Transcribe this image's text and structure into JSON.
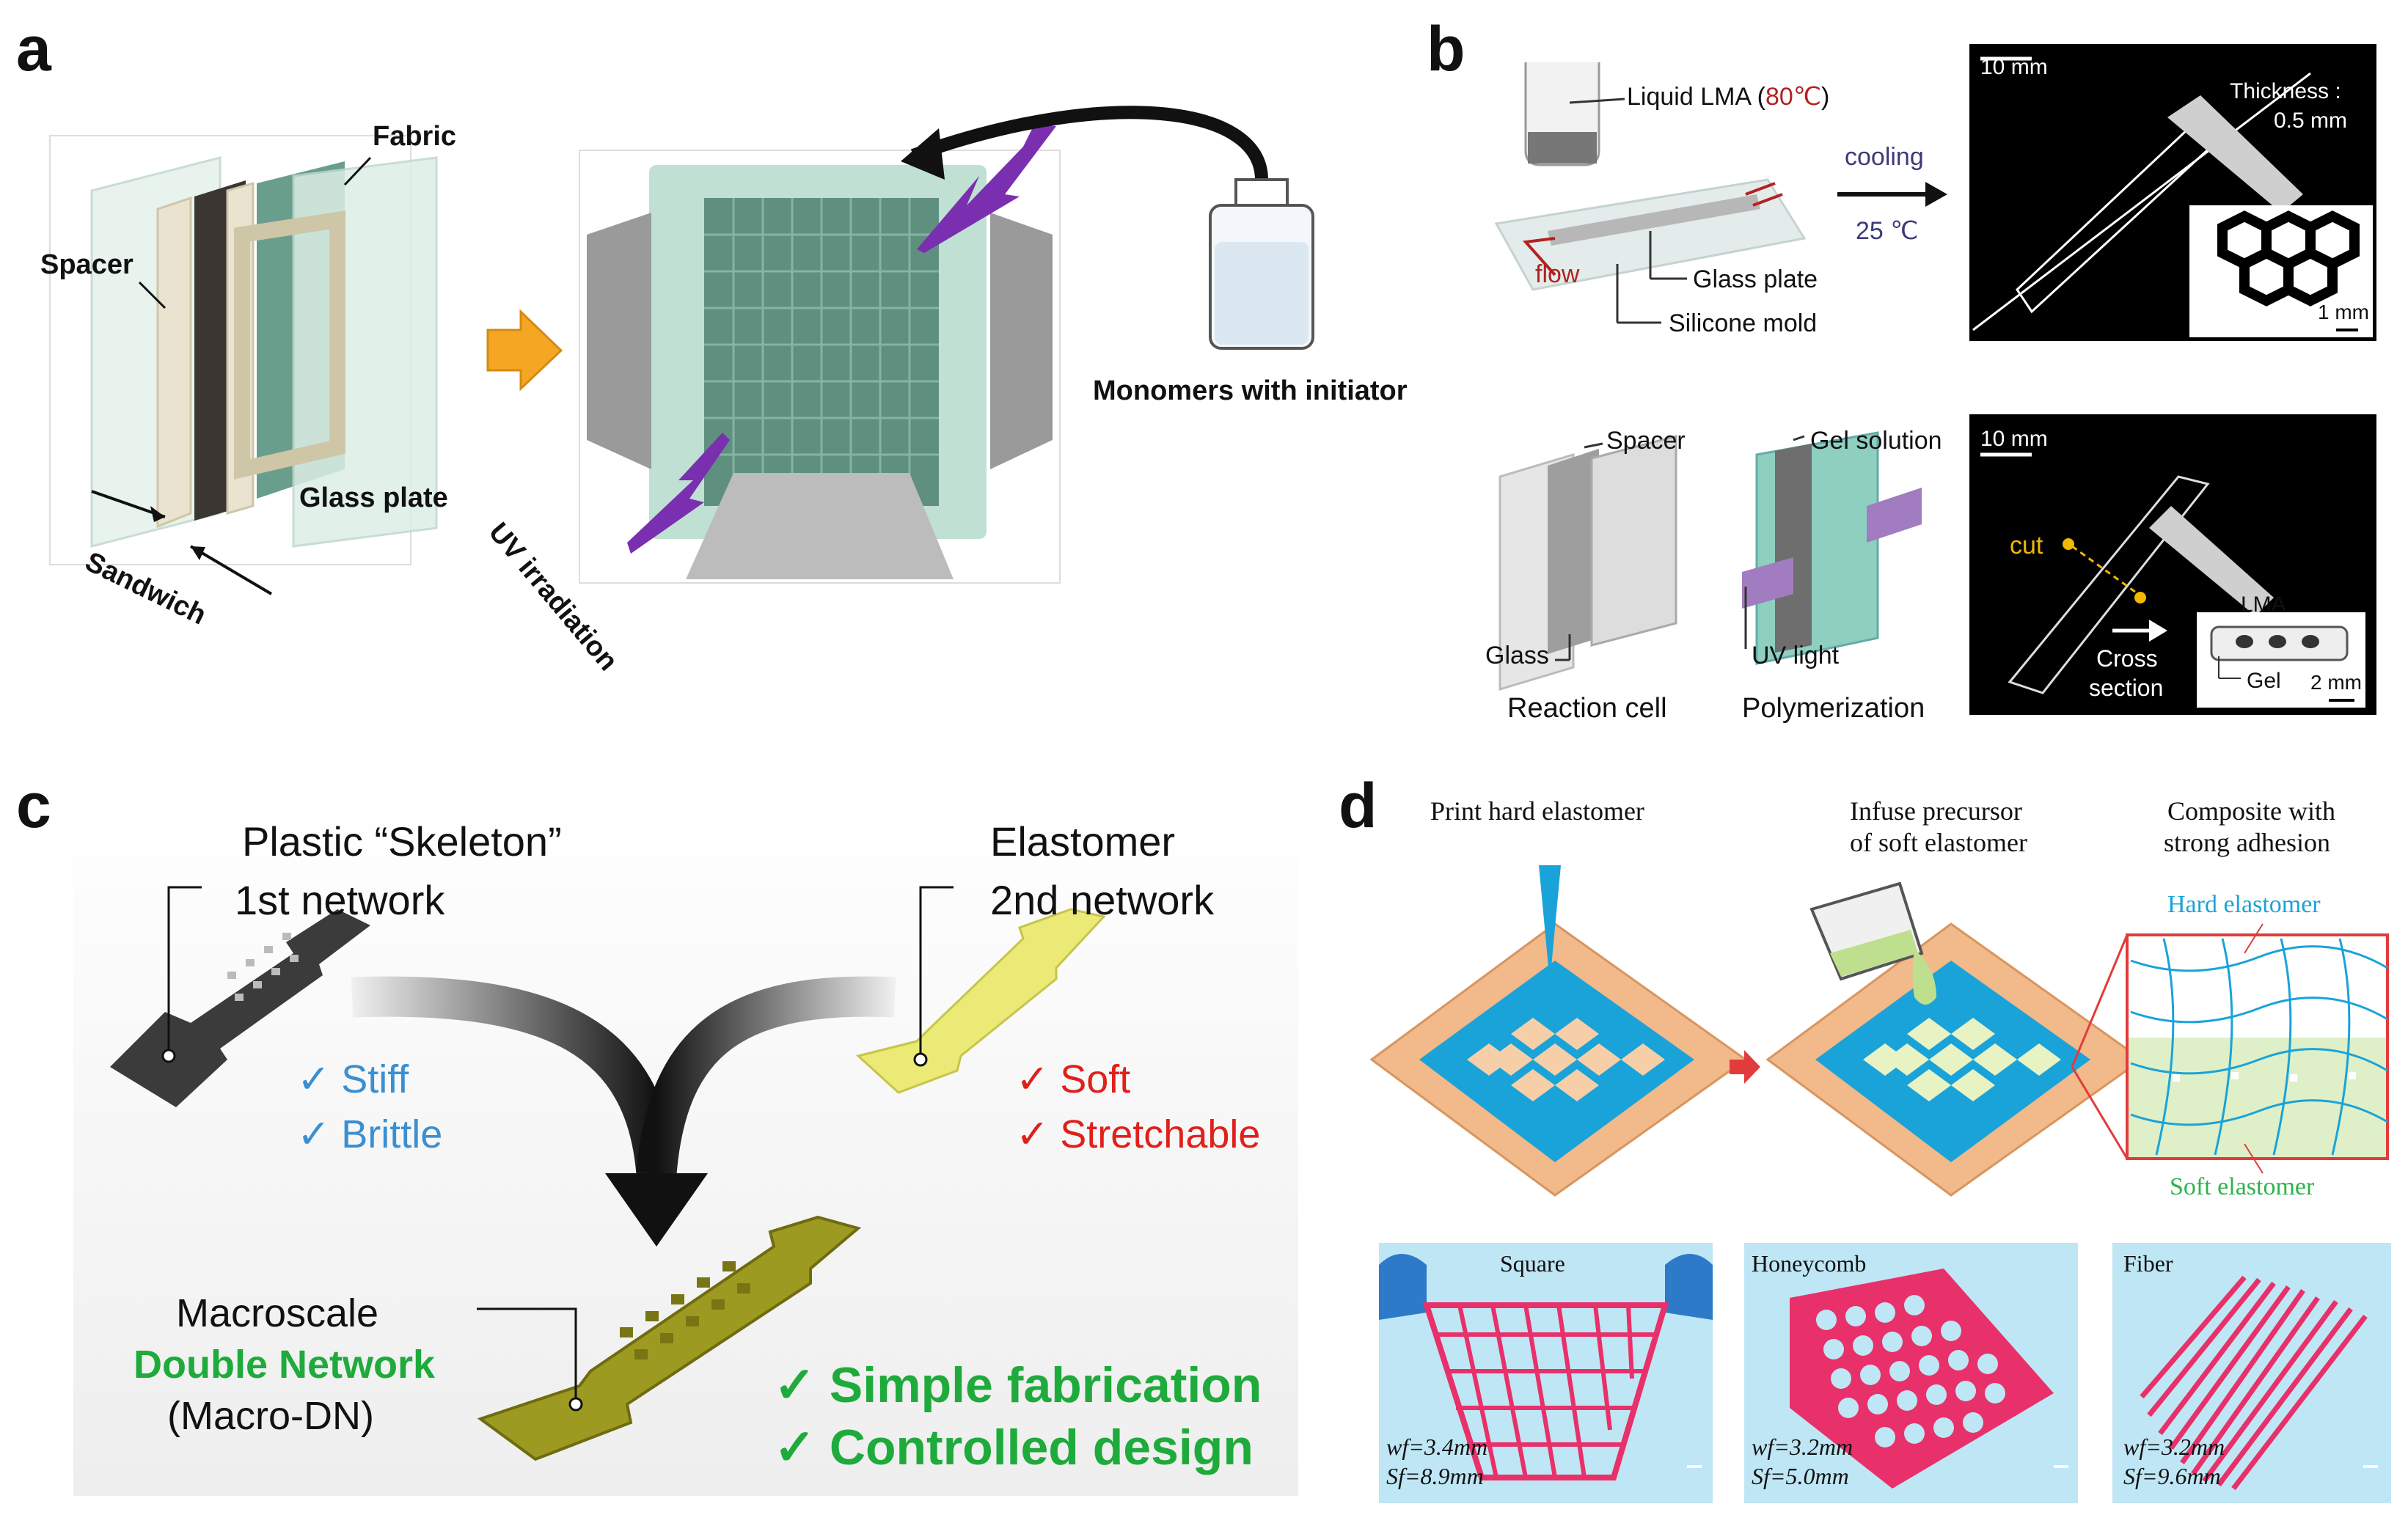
{
  "panels": {
    "a": "a",
    "b": "b",
    "c": "c",
    "d": "d"
  },
  "panel_a": {
    "fabric": "Fabric",
    "spacer": "Spacer",
    "glass_plate": "Glass plate",
    "sandwich": "Sandwich",
    "uv_irradiation": "UV irradiation",
    "monomers": "Monomers with initiator"
  },
  "panel_b": {
    "liquid_lma_prefix": "Liquid LMA (",
    "liquid_lma_temp": "80℃",
    "liquid_lma_suffix": ")",
    "flow": "flow",
    "glass_plate": "Glass plate",
    "silicone_mold": "Silicone mold",
    "cooling": "cooling",
    "cooling_temp": "25 ℃",
    "scale_10mm_top": "10 mm",
    "thickness_line1": "Thickness :",
    "thickness_line2": "0.5 mm",
    "scale_1mm": "1 mm",
    "spacer": "Spacer",
    "glass": "Glass",
    "reaction_cell": "Reaction cell",
    "gel_solution": "Gel solution",
    "uv_light": "UV light",
    "polymerization": "Polymerization",
    "scale_10mm_bottom": "10 mm",
    "cut": "cut",
    "lma": "LMA",
    "gel": "Gel",
    "cross_line1": "Cross",
    "cross_line2": "section",
    "scale_2mm": "2 mm"
  },
  "panel_c": {
    "skeleton_line1": "Plastic “Skeleton”",
    "skeleton_line2": "1st network",
    "elastomer_line1": "Elastomer",
    "elastomer_line2": "2nd network",
    "stiff": "✓ Stiff",
    "brittle": "✓ Brittle",
    "soft": "✓ Soft",
    "stretchable": "✓ Stretchable",
    "macroscale": "Macroscale",
    "double_network": "Double Network",
    "macro_dn": "(Macro-DN)",
    "simple_fabrication": "✓ Simple fabrication",
    "controlled_design": "✓ Controlled design"
  },
  "panel_d": {
    "step1": "Print hard elastomer",
    "step2_line1": "Infuse precursor",
    "step2_line2": "of soft elastomer",
    "step3_line1": "Composite with",
    "step3_line2": "strong adhesion",
    "hard_elastomer": "Hard elastomer",
    "soft_elastomer": "Soft elastomer",
    "photos": [
      {
        "title": "Square",
        "wf": "wf=3.4mm",
        "sf": "Sf=8.9mm"
      },
      {
        "title": "Honeycomb",
        "wf": "wf=3.2mm",
        "sf": "Sf=5.0mm"
      },
      {
        "title": "Fiber",
        "wf": "wf=3.2mm",
        "sf": "Sf=9.6mm"
      }
    ]
  },
  "colors": {
    "stiff_blue": "#3a8fd1",
    "soft_red": "#e0201b",
    "dn_green": "#1faa3c",
    "hard_elastomer_cyan": "#1aa3d9",
    "soft_elastomer_green": "#2db34a",
    "temp_red": "#b22222",
    "uv_purple": "#7a2fb0",
    "arrow_orange": "#f5a623"
  }
}
